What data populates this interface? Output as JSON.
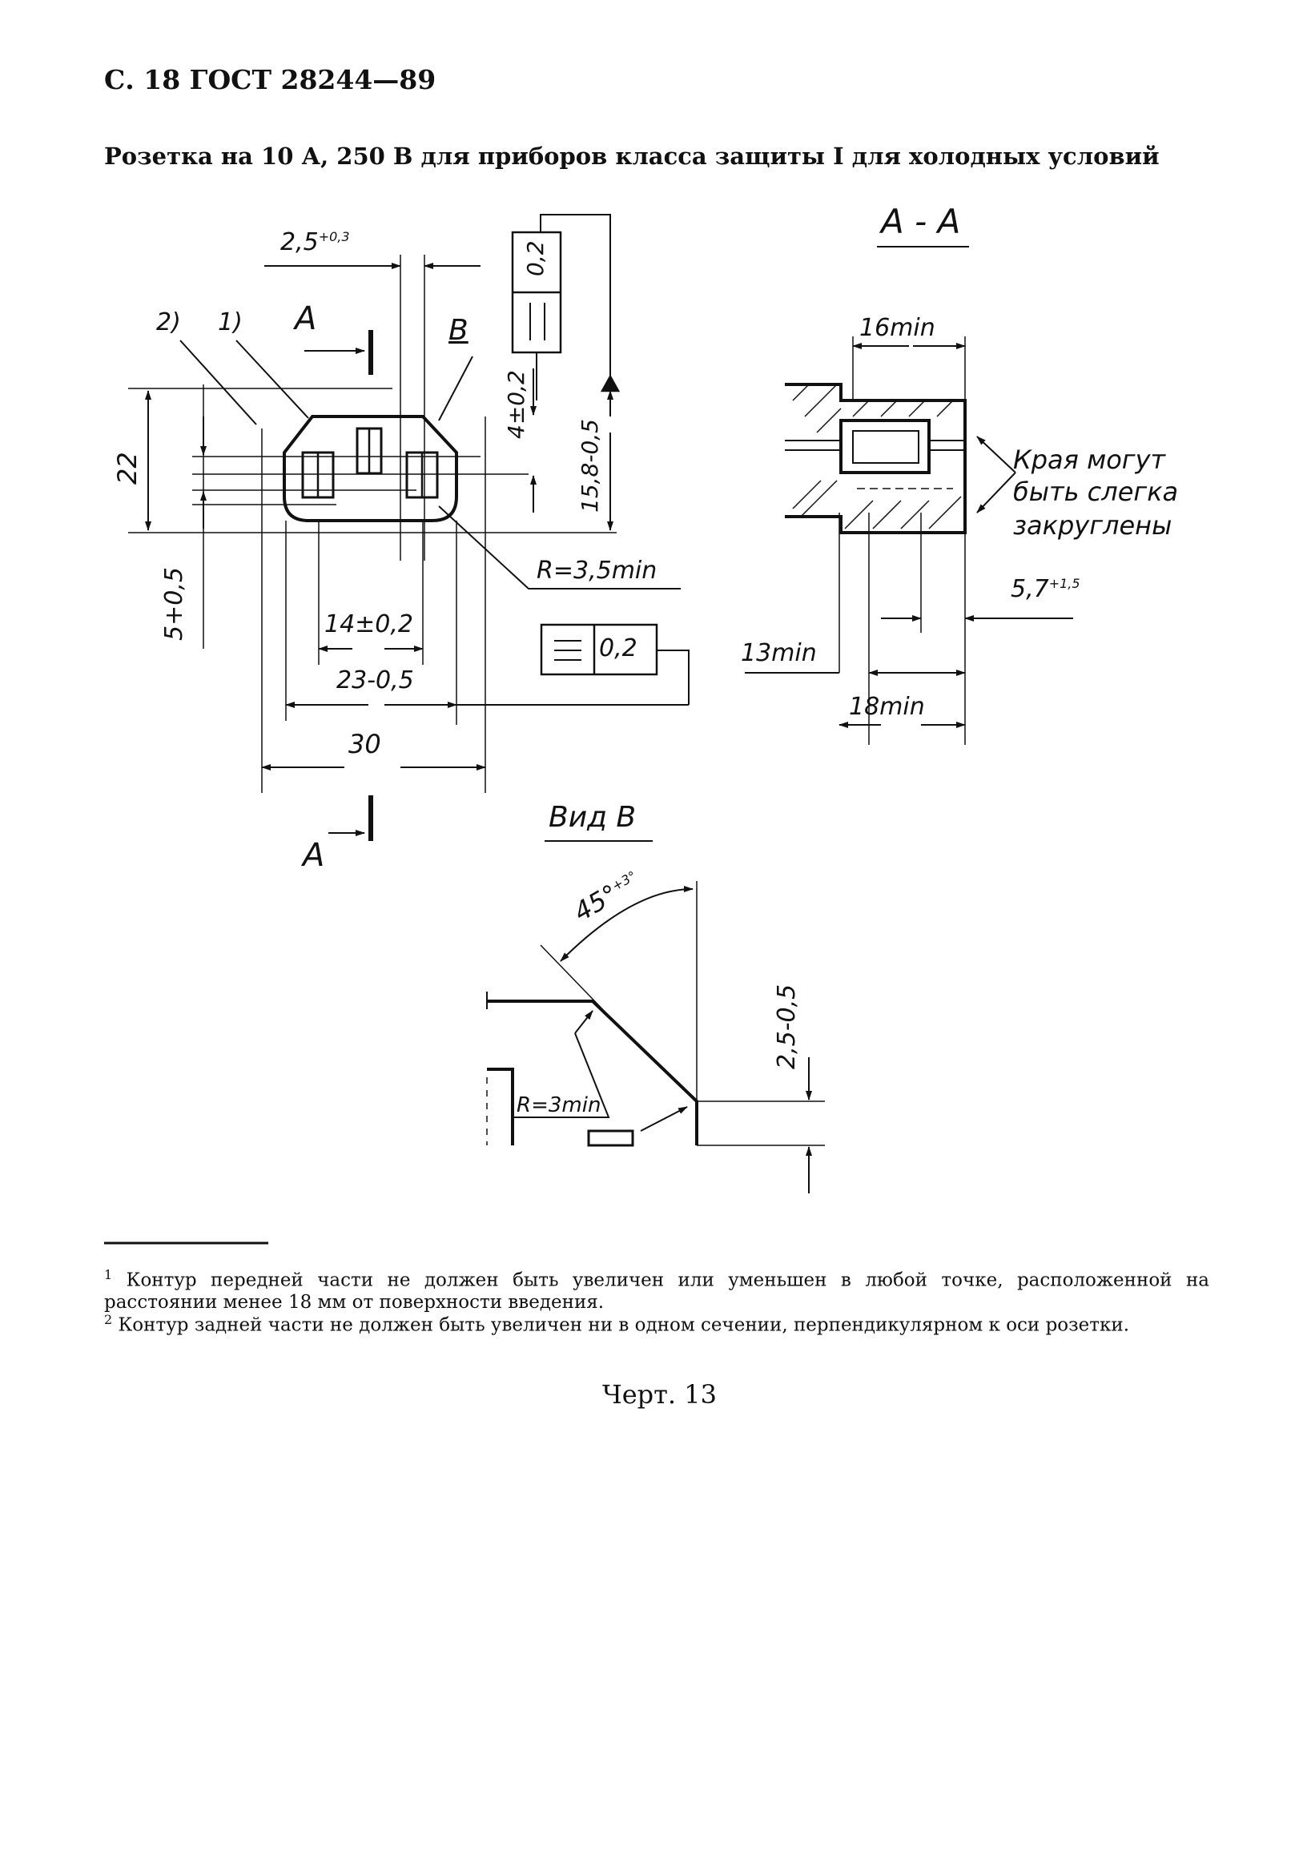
{
  "header": {
    "page_ref": "С. 18 ГОСТ 28244—89",
    "title": "Розетка на 10 А, 250 В для приборов класса защиты I для холодных условий"
  },
  "front_view": {
    "dim_top": "2,5",
    "dim_top_tol": "+0,3",
    "note_2": "2)",
    "note_1": "1)",
    "section_label_top": "А",
    "section_label_bottom": "А",
    "view_label": "В",
    "tol_frame_top_value": "0,2",
    "dim_4": "4±0,2",
    "dim_15_8": "15,8-0,5",
    "dim_22": "22",
    "dim_5": "5+0,5",
    "radius": "R=3,5min",
    "dim_14": "14±0,2",
    "tol_frame_bottom_value": "0,2",
    "dim_23": "23-0,5",
    "dim_30": "30"
  },
  "section_aa": {
    "title": "А - А",
    "dim_16": "16min",
    "note_line1": "Края могут",
    "note_line2": "быть слегка",
    "note_line3": "закруглены",
    "dim_5_7": "5,7",
    "dim_5_7_tol": "+1,5",
    "dim_13": "13min",
    "dim_18": "18min"
  },
  "view_b": {
    "title": "Вид В",
    "angle": "45°",
    "angle_tol": "+3°",
    "dim_2_5": "2,5-0,5",
    "radius": "R=3min"
  },
  "footnotes": [
    {
      "mark": "1",
      "text": "Контур передней части не должен быть увеличен или уменьшен в любой точке, расположенной на расстоянии менее 18 мм от поверхности введения."
    },
    {
      "mark": "2",
      "text": "Контур задней части не должен быть увеличен ни в одном сечении, перпендикулярном к оси розетки."
    }
  ],
  "caption": "Черт. 13"
}
